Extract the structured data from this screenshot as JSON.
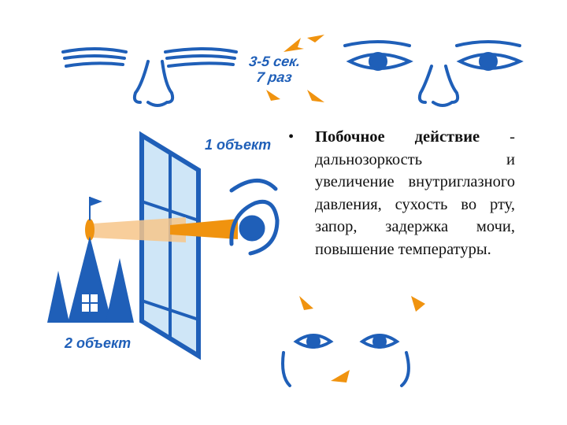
{
  "top_exercise": {
    "badge_line1": "3-5 сек.",
    "badge_line2": "7 раз"
  },
  "illustration": {
    "object1_label": "1 объект",
    "object2_label": "2 объект"
  },
  "bullet": {
    "marker": "•",
    "bold_text": "Побочное действие",
    "text": " - дальнозоркость и увеличение внутриглазного давления, сухость во рту, запор, задержка мочи, повышение температуры."
  },
  "colors": {
    "blue": "#1f5fb8",
    "light_blue": "#cfe6f7",
    "orange": "#f0930f",
    "text": "#111111"
  }
}
